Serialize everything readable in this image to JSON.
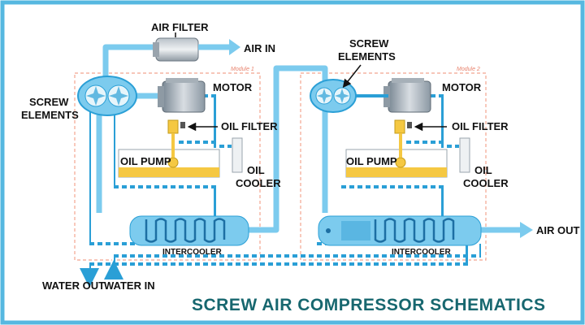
{
  "title": "SCREW AIR COMPRESSOR SCHEMATICS",
  "labels": {
    "air_filter": "AIR FILTER",
    "air_in": "AIR IN",
    "screw_elements_1": [
      "SCREW",
      "ELEMENTS"
    ],
    "screw_elements_2": [
      "SCREW",
      "ELEMENTS"
    ],
    "motor": "MOTOR",
    "oil_filter": "OIL FILTER",
    "oil_pump": "OIL PUMP",
    "oil_cooler": [
      "OIL",
      "COOLER"
    ],
    "intercooler": "INTERCOOLER",
    "water_out": "WATER OUT",
    "water_in": "WATER IN",
    "air_out": "AIR OUT",
    "module_1": "Module 1",
    "module_2": "Module 2"
  },
  "colors": {
    "border": "#56b8e0",
    "pipe_light": "#7ccbee",
    "pipe_dark": "#2a9fd6",
    "oil": "#f5c842",
    "dashed_module": "#f2a58f",
    "title": "#17676f",
    "frame": "#56b8e0"
  }
}
